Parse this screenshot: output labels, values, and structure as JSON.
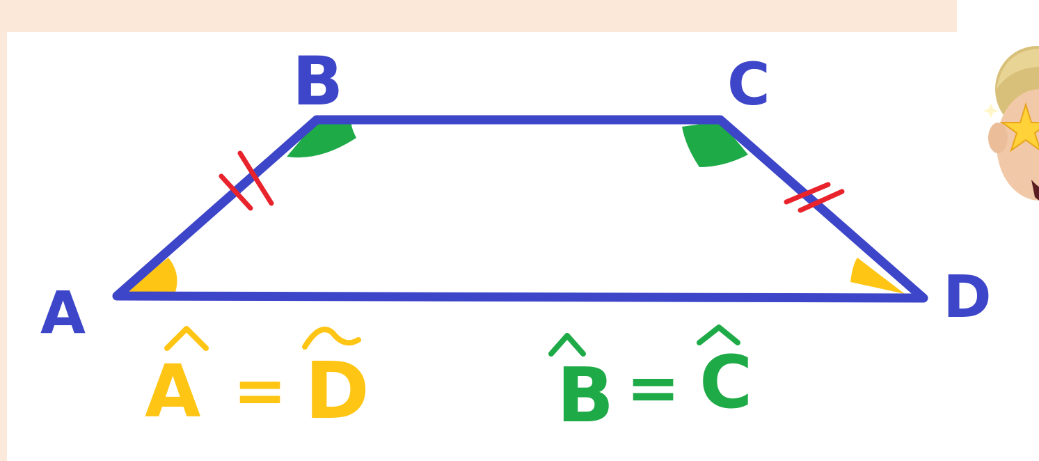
{
  "vertices": {
    "a": "A",
    "b": "B",
    "c": "C",
    "d": "D"
  },
  "equalities": {
    "angles_a_d": {
      "left": "A",
      "equals": "=",
      "right": "D"
    },
    "angles_b_c": {
      "left": "B",
      "equals": "=",
      "right": "C"
    }
  },
  "colors": {
    "shape": "#3d45c8",
    "tick_marks": "#e8232c",
    "angle_a_d": "#ffc515",
    "angle_b_c": "#1faa48",
    "background": "#fbeadb"
  },
  "icons": {
    "avatar": "memoji-star-eyes-avatar"
  }
}
